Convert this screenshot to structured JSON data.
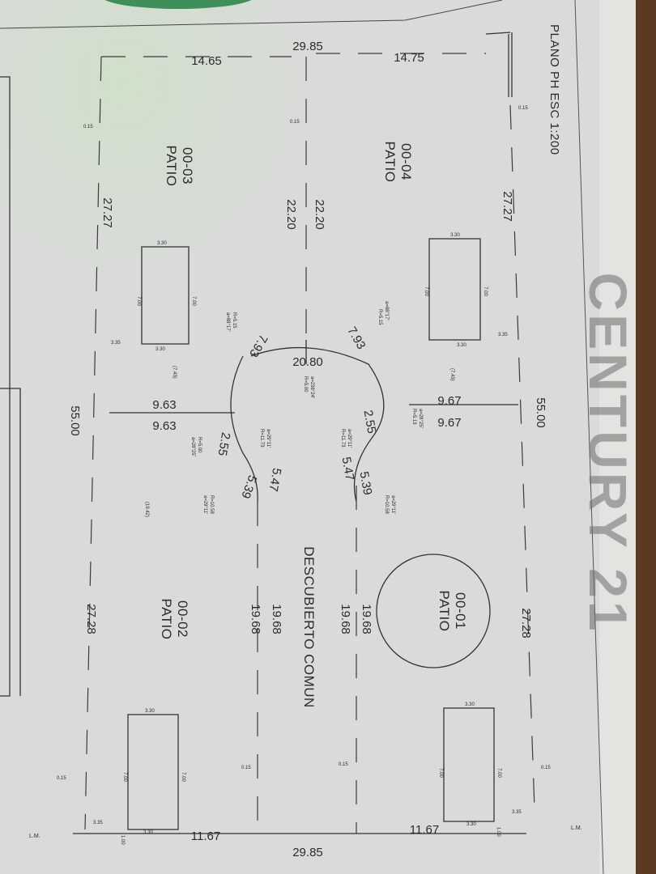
{
  "title": "PLANO PH ESC 1:200",
  "watermark": "CENTURY 21",
  "common_area": "DESCUBIERTO COMUN",
  "units": [
    {
      "id": "00-01",
      "label": "PATIO"
    },
    {
      "id": "00-02",
      "label": "PATIO"
    },
    {
      "id": "00-03",
      "label": "PATIO"
    },
    {
      "id": "00-04",
      "label": "PATIO"
    }
  ],
  "dimensions": {
    "top_total": "29.85",
    "top_right": "14.75",
    "top_left": "14.65",
    "bottom_total": "29.85",
    "bottom_right": "11.67",
    "bottom_left": "11.67",
    "unit04_len": "27.27",
    "unit03_len": "27.27",
    "mid_a": "22.20",
    "mid_b": "22.20",
    "unit01_len": "27.28",
    "unit02_len": "27.28",
    "right_total": "55.00",
    "left_total": "55.00",
    "w967a": "9.67",
    "w967b": "9.67",
    "w963a": "9.63",
    "w963b": "9.63",
    "arc_top": "20.80",
    "arc_r": "7.93",
    "arc_l": "7.93",
    "s255r": "2.55",
    "s255l": "2.55",
    "s547r": "5.47",
    "s547l": "5.47",
    "s539r": "5.39",
    "s539l": "5.39",
    "c1968a": "19.68",
    "c1968b": "19.68",
    "c1968c": "19.68",
    "c1968d": "19.68",
    "p743a": "(7.43)",
    "p743b": "(7.43)",
    "p1942": "(19.42)",
    "d335a": "3.35",
    "d335b": "3.35",
    "d335c": "3.35",
    "d335d": "3.35",
    "wall": "0.15",
    "lm": "L.M."
  },
  "box": {
    "w": "3.30",
    "h": "7.00",
    "off": "1.00"
  },
  "curve_notes": {
    "c1": "a=88°17'",
    "c1r": "R=5.15",
    "c2": "a=238°24'",
    "c2r": "R=5.00",
    "c3": "a=29°11'",
    "c3r": "R=11.73",
    "c4": "a=28°25'",
    "c4r": "R=5.13",
    "c5": "a=28°25'",
    "c5r": "R=5.00",
    "c6": "a=29°11'",
    "c6r": "R=10.58"
  },
  "colors": {
    "paper": "#d9dbd8",
    "ink": "#2a2c2c",
    "wood": "#5a3a22",
    "glass": "#3f8f5a"
  }
}
